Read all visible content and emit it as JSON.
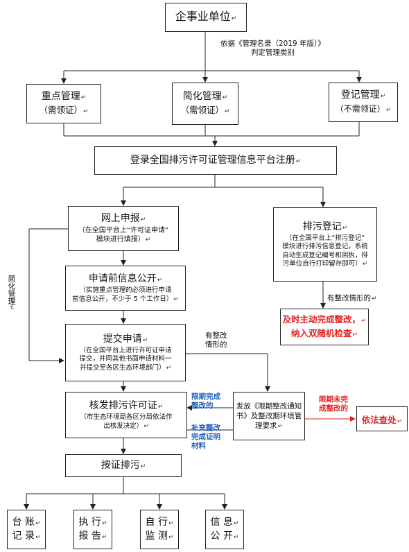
{
  "top": {
    "title": "企事业单位"
  },
  "classify_note": {
    "line1": "依据《管理名录（2019 年版）》",
    "line2": "判定管理类别"
  },
  "categories": [
    {
      "title": "重点管理",
      "sub": "（需领证）"
    },
    {
      "title": "简化管理",
      "sub": "（需领证）"
    },
    {
      "title": "登记管理",
      "sub": "（不需领证）"
    }
  ],
  "register": {
    "title": "登录全国排污许可证管理信息平台注册"
  },
  "online_apply": {
    "title": "网上申报",
    "desc1": "（在全国平台上“许可证申请”",
    "desc2": "模块进行填报）"
  },
  "disclosure": {
    "title": "申请前信息公开",
    "desc1": "（实施重点管理的必须进行申请",
    "desc2": "前信息公开，不少于 5 个工作日）"
  },
  "submit": {
    "title": "提交申请",
    "desc1": "（在全国平台上进行许可证申请",
    "desc2": "提交，并同其他书面申请材料一",
    "desc3": "并提交至各区生态环境部门）"
  },
  "issue": {
    "title": "核发排污许可证",
    "desc1": "（市生态环境局各区分局依法作",
    "desc2": "出核发决定）"
  },
  "by_permit": {
    "title": "按证排污"
  },
  "outputs": [
    {
      "line1": "台 账",
      "line2": "记 录"
    },
    {
      "line1": "执 行",
      "line2": "报 告"
    },
    {
      "line1": "自 行",
      "line2": "监 测"
    },
    {
      "line1": "信 息",
      "line2": "公 开"
    }
  ],
  "emission_register": {
    "title": "排污登记",
    "desc1": "（在全国平台上“排污登记”",
    "desc2": "模块进行排污信息登记，系统",
    "desc3": "自动生成登记编号和回执，排",
    "desc4": "污单位自行打印留存即可）"
  },
  "rectify_label": "有整改情形的",
  "rectify_box": {
    "line1": "及时主动完成整改，",
    "line2": "纳入双随机检查"
  },
  "simplified_label": "简化管理",
  "submit_rectify_label": {
    "line1": "有整改",
    "line2": "情形的"
  },
  "notice": {
    "line1": "发放《限期整改通知",
    "line2": "书》及整改期环境管",
    "line3": "理要求"
  },
  "done_label": {
    "line1": "限期完成",
    "line2": "整改的"
  },
  "supplement_label": {
    "line1": "补充整改",
    "line2": "完成证明",
    "line3": "材料"
  },
  "fail_label": {
    "line1": "限期未完",
    "line2": "成整改的"
  },
  "punish": {
    "title": "依法查处"
  },
  "colors": {
    "red": "#e02020",
    "blue": "#1f5fbf",
    "line": "#222222"
  }
}
